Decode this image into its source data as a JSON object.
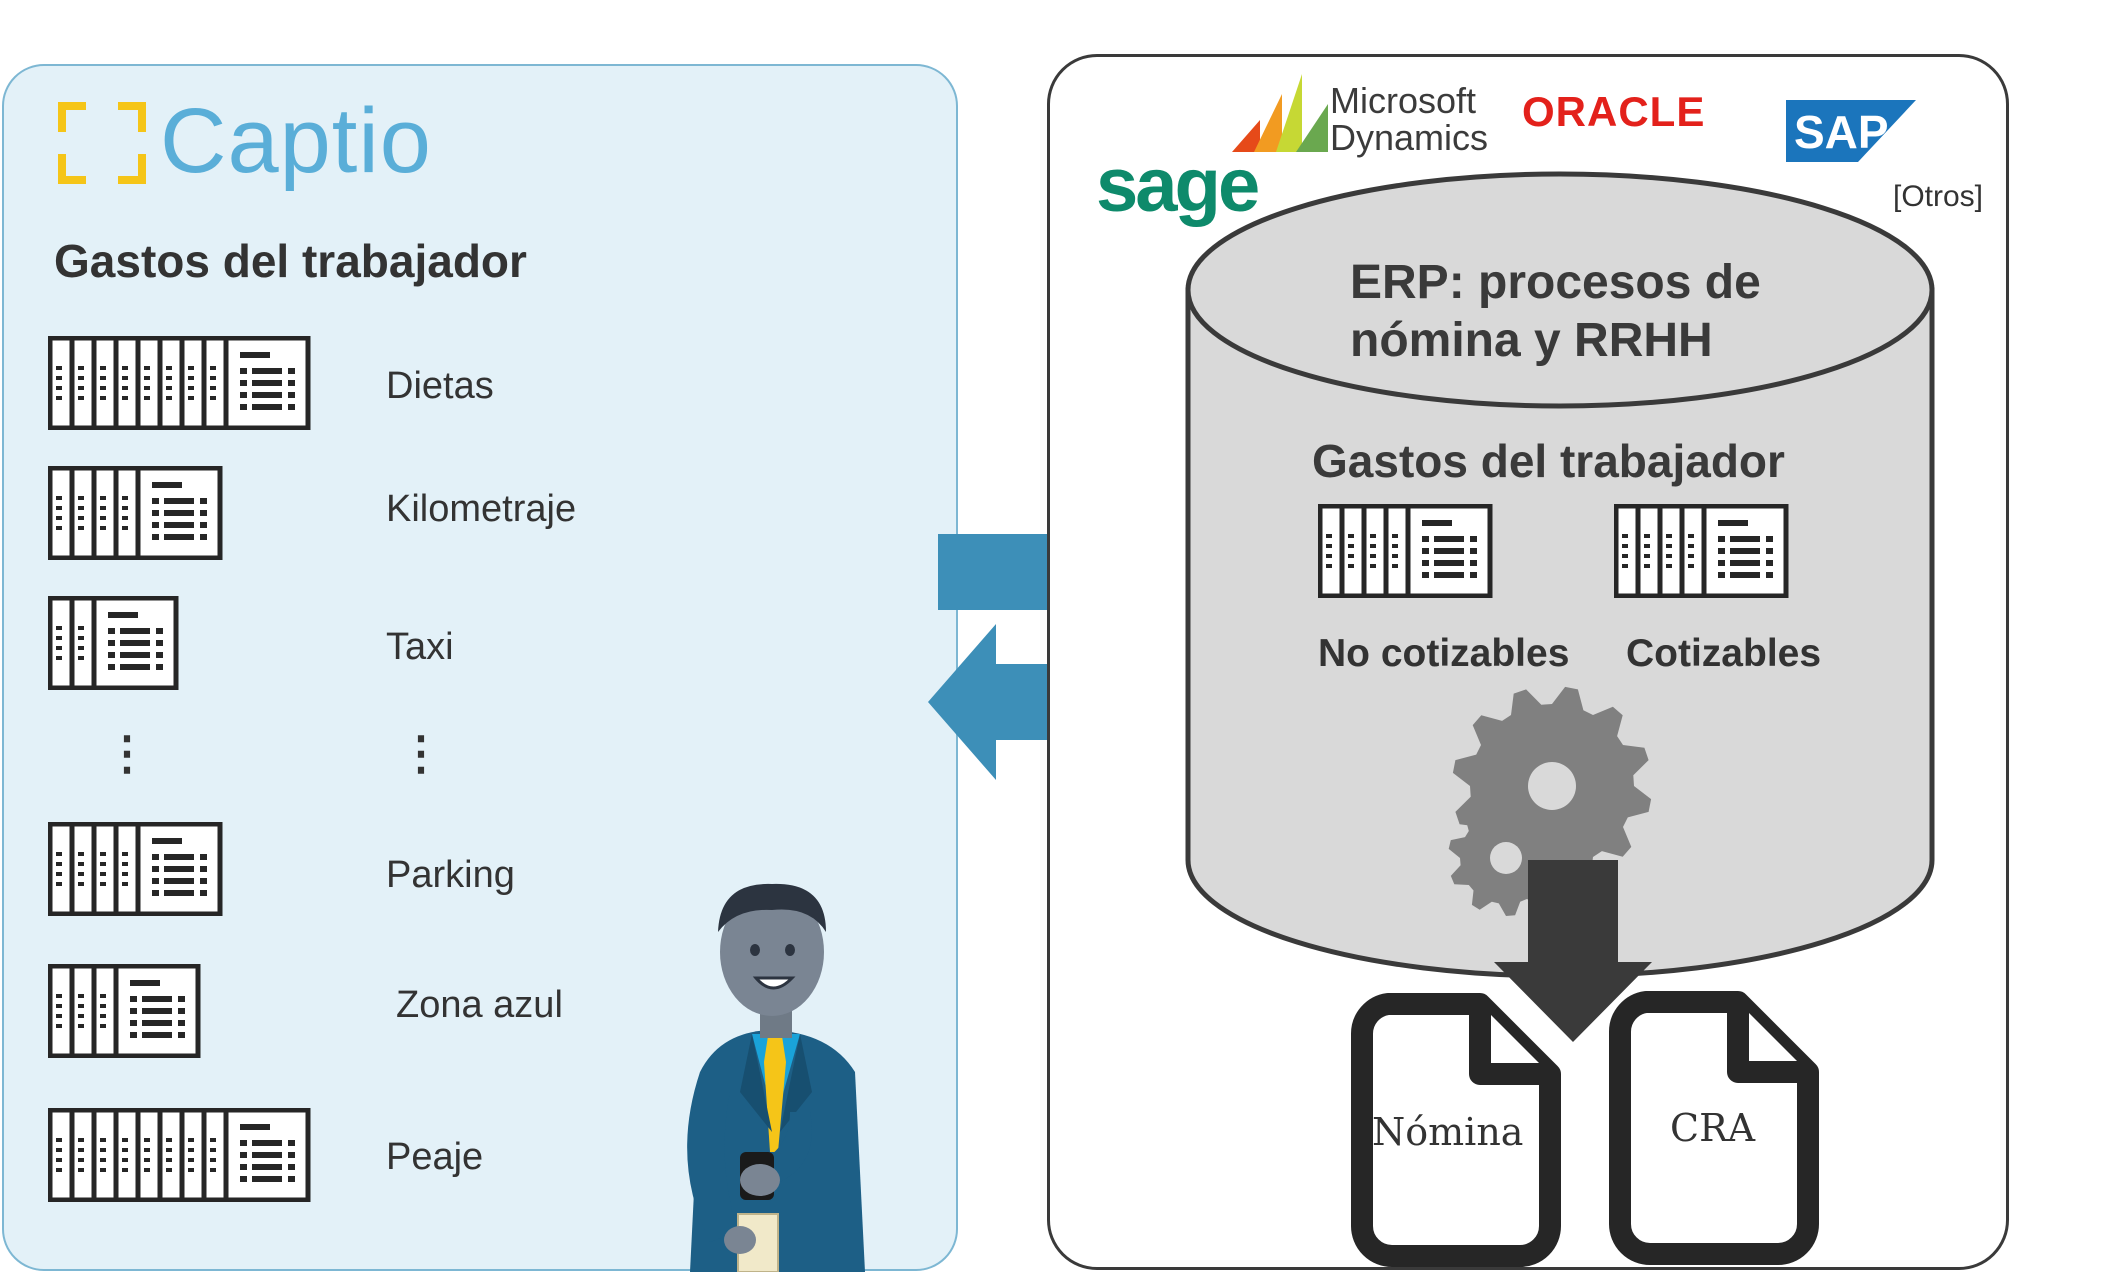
{
  "captio": {
    "logo_text": "Captio",
    "heading": "Gastos del trabajador",
    "expenses": [
      {
        "label": "Dietas",
        "stack_count": 9
      },
      {
        "label": "Kilometraje",
        "stack_count": 5
      },
      {
        "label": "Taxi",
        "stack_count": 3
      },
      {
        "label": "Parking",
        "stack_count": 5
      },
      {
        "label": "Zona azul",
        "stack_count": 4
      },
      {
        "label": "Peaje",
        "stack_count": 9
      }
    ],
    "ellipsis_symbol": "⋮"
  },
  "erp": {
    "vendors": {
      "microsoft_line1": "Microsoft",
      "microsoft_line2": "Dynamics",
      "oracle": "ORACLE",
      "sap": "SAP",
      "sage": "sage",
      "others": "[Otros]"
    },
    "title_line1": "ERP: procesos de",
    "title_line2": "nómina y RRHH",
    "heading": "Gastos del trabajador",
    "categories": [
      {
        "label": "No cotizables",
        "stack_count": 5
      },
      {
        "label": "Cotizables",
        "stack_count": 5
      }
    ],
    "outputs": [
      {
        "label": "Nómina"
      },
      {
        "label": "CRA"
      }
    ]
  },
  "colors": {
    "panel_left_bg": "#e3f1f8",
    "panel_left_border": "#7db7d3",
    "arrow": "#3d8fb8",
    "cylinder": "#d9d9d9",
    "cylinder_stroke": "#3a3a3a",
    "gear": "#808080",
    "down_arrow": "#3a3a3a",
    "captio_blue": "#5aaed8",
    "captio_yellow": "#f5c518",
    "oracle_red": "#e3211b",
    "sap_blue": "#1b75bc",
    "sage_green": "#0e8a6b"
  },
  "icons": [
    "receipt-stack-icon",
    "gear-icon",
    "document-icon",
    "arrow-right-icon",
    "arrow-left-icon",
    "arrow-down-icon",
    "businessman-illustration"
  ]
}
